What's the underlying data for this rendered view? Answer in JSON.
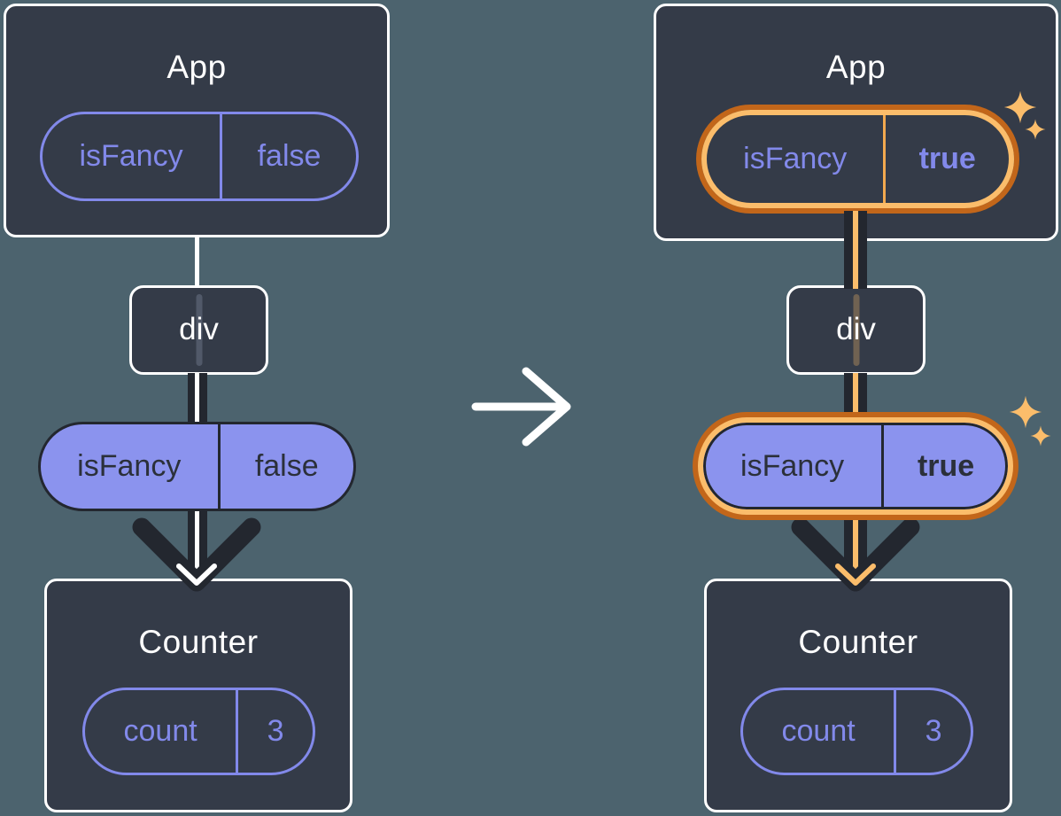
{
  "diagram_title": "prop change propagation: isFancy false to true",
  "panels": {
    "before": {
      "app": {
        "title": "App",
        "prop_name": "isFancy",
        "prop_value": "false"
      },
      "div_node": {
        "label": "div"
      },
      "passed_prop": {
        "name": "isFancy",
        "value": "false"
      },
      "counter": {
        "title": "Counter",
        "state_name": "count",
        "state_value": "3"
      }
    },
    "after": {
      "app": {
        "title": "App",
        "prop_name": "isFancy",
        "prop_value": "true"
      },
      "div_node": {
        "label": "div"
      },
      "passed_prop": {
        "name": "isFancy",
        "value": "true"
      },
      "counter": {
        "title": "Counter",
        "state_name": "count",
        "state_value": "3"
      }
    }
  },
  "icons": {
    "transition_arrow": "right-arrow",
    "prop_flow_arrow": "down-arrow",
    "sparkle": "four-point-star"
  },
  "colors": {
    "background": "#4c636e",
    "card": "#343b48",
    "card_border": "#ffffff",
    "line_dark": "#23272f",
    "line_white": "#ffffff",
    "purple_accent": "#8289ea",
    "purple_fill": "#8b93ee",
    "dark_text": "#2b303a",
    "highlight_light": "#fbbd6b",
    "highlight_dark": "#c2661a"
  }
}
